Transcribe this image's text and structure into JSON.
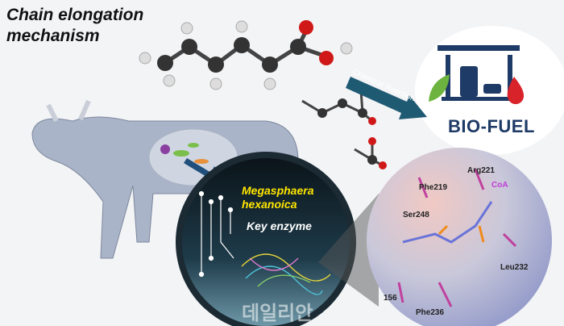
{
  "title": {
    "line1": "Chain elongation",
    "line2": "mechanism"
  },
  "reaction_arrow": {
    "label": "Chemical Reaction"
  },
  "biofuel": {
    "label": "BIO-FUEL"
  },
  "organism": {
    "name_line1": "Megasphaera",
    "name_line2": "hexanoica",
    "subtitle": "Key enzyme"
  },
  "residues": {
    "arg": "Arg221",
    "coa": "CoA",
    "phe219": "Phe219",
    "ser": "Ser248",
    "leu": "Leu232",
    "his": "156",
    "phe236": "Phe236"
  },
  "watermark": "데일리안",
  "colors": {
    "navy": "#1e3a66",
    "teal_arrow": "#1f5a73",
    "yellow": "#ffe600",
    "coa": "#c03bd6",
    "drop": "#d8232a",
    "leaf": "#6cb33f"
  }
}
